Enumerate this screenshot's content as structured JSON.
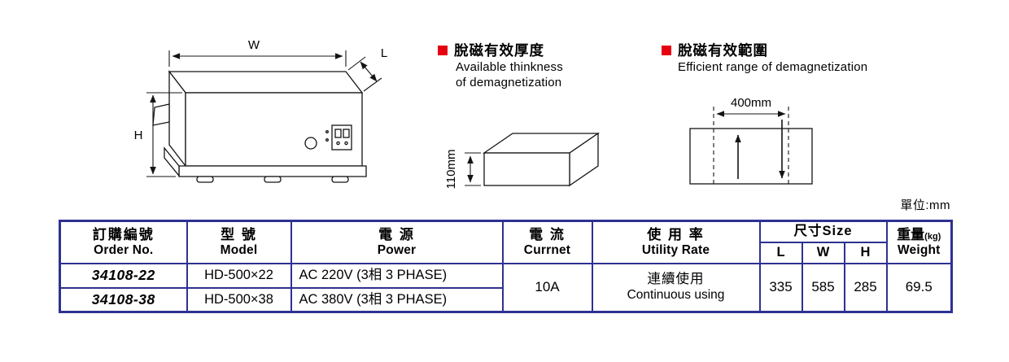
{
  "page": {
    "unit_note": "單位:mm"
  },
  "machine_diagram": {
    "dim_w": "W",
    "dim_l": "L",
    "dim_h": "H"
  },
  "thickness_section": {
    "title_zh": "脫磁有效厚度",
    "desc_line1": "Available thinkness",
    "desc_line2": "of demagnetization",
    "dim_label": "110mm"
  },
  "range_section": {
    "title_zh": "脫磁有效範圍",
    "desc": "Efficient range of demagnetization",
    "dim_label": "400mm"
  },
  "spec_table": {
    "headers": {
      "order_zh": "訂購編號",
      "order_en": "Order No.",
      "model_zh": "型 號",
      "model_en": "Model",
      "power_zh": "電 源",
      "power_en": "Power",
      "current_zh": "電 流",
      "current_en": "Currnet",
      "utility_zh": "使 用 率",
      "utility_en": "Utility Rate",
      "size_label": "尺寸Size",
      "col_l": "L",
      "col_w": "W",
      "col_h": "H",
      "weight_zh": "重量",
      "weight_kg": "(kg)",
      "weight_en": "Weight"
    },
    "rows": [
      {
        "order": "34108-22",
        "model": "HD-500×22",
        "power": "AC 220V (3相 3 PHASE)"
      },
      {
        "order": "34108-38",
        "model": "HD-500×38",
        "power": "AC 380V (3相 3 PHASE)"
      }
    ],
    "shared": {
      "current": "10A",
      "utility_zh": "連續使用",
      "utility_en": "Continuous using",
      "size_l": "335",
      "size_w": "585",
      "size_h": "285",
      "weight": "69.5"
    }
  },
  "colors": {
    "table_border": "#2e3192",
    "bullet_red": "#e60012",
    "drawing_ink": "#141414"
  }
}
